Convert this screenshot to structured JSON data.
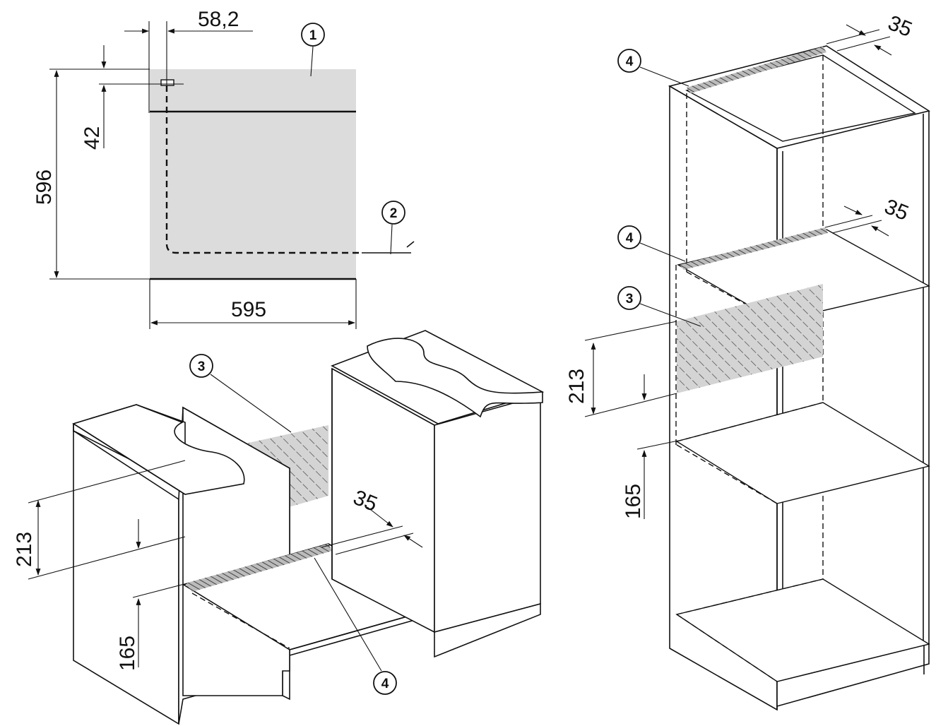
{
  "dimensions": {
    "front_offset": "58,2",
    "front_height_to_slot": "42",
    "front_total_height": "596",
    "front_width": "595",
    "under_vent_height": "213",
    "under_floor_height": "165",
    "under_vent_depth": "35",
    "tall_top_depth": "35",
    "tall_shelf_depth": "35",
    "tall_vent_height": "213",
    "tall_floor_height": "165"
  },
  "callouts": {
    "front_appliance": "1",
    "front_cable": "2",
    "under_vent": "3",
    "under_floor_gap": "4",
    "tall_top_gap": "4",
    "tall_shelf_gap": "4",
    "tall_vent": "3"
  },
  "colors": {
    "line": "#111111",
    "appliance_fill": "#dcdcdc",
    "hatch_fill": "#d4d4d4"
  }
}
